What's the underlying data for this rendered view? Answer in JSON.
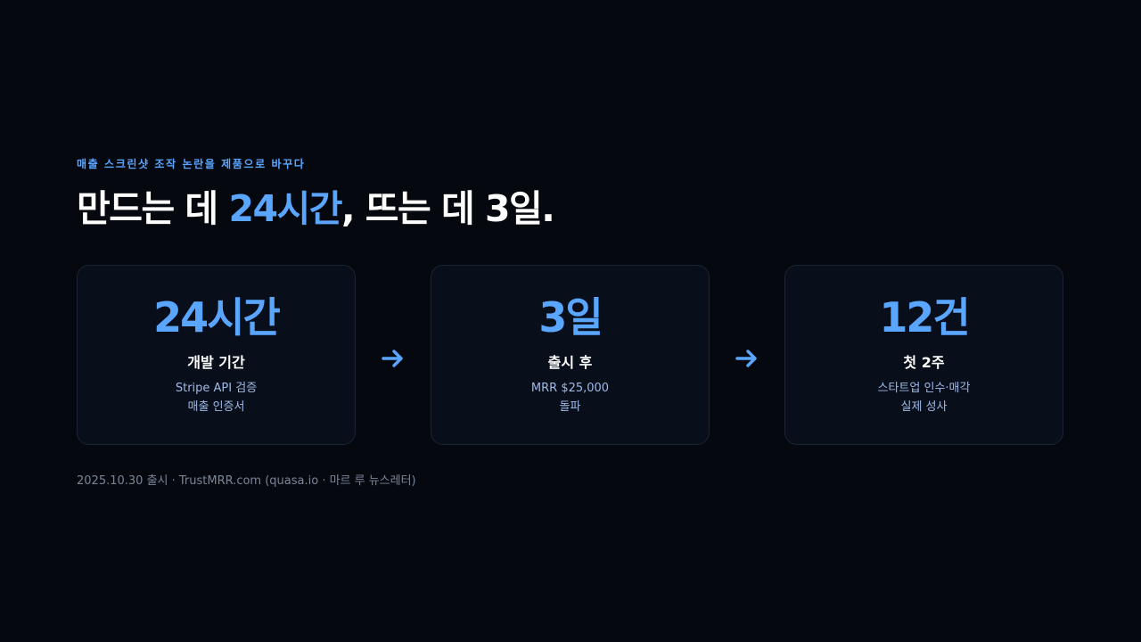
{
  "header": {
    "eyebrow": "매출 스크린샷 조작 논란을 제품으로 바꾸다",
    "headline": {
      "part1": "만드는 데 ",
      "accent": "24시간",
      "part2": ", 뜨는 데 3일."
    }
  },
  "colors": {
    "accent": "#5aa6ff",
    "background": "#05080f",
    "card_background": "#080e1a",
    "card_border": "#1a2434",
    "description": "#9fbbe8",
    "footnote": "#7a8598"
  },
  "cards": [
    {
      "value": "24시간",
      "label": "개발 기간",
      "desc_line1": "Stripe API 검증",
      "desc_line2": "매출 인증서"
    },
    {
      "value": "3일",
      "label": "출시 후",
      "desc_line1": "MRR $25,000",
      "desc_line2": "돌파"
    },
    {
      "value": "12건",
      "label": "첫 2주",
      "desc_line1": "스타트업 인수·매각",
      "desc_line2": "실제 성사"
    }
  ],
  "arrows": {
    "icon": "arrow-right-icon"
  },
  "footnote": "2025.10.30 출시 · TrustMRR.com (quasa.io · 마르 루 뉴스레터)"
}
